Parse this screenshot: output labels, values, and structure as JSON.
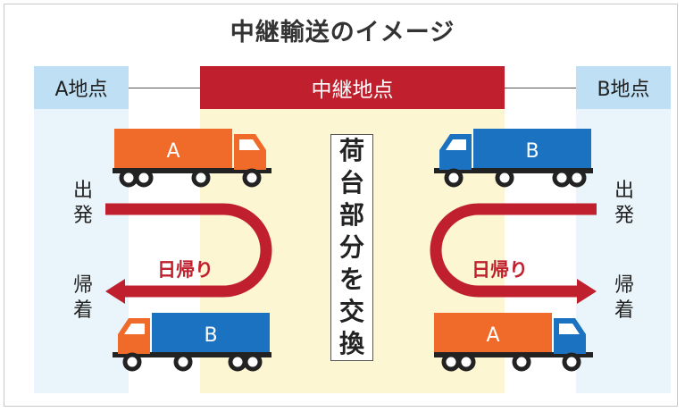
{
  "title": "中継輸送のイメージ",
  "points": {
    "a": "A地点",
    "relay": "中継地点",
    "b": "B地点"
  },
  "side_labels": {
    "depart_left": [
      "出",
      "発"
    ],
    "arrive_left": [
      "帰",
      "着"
    ],
    "depart_right": [
      "出",
      "発"
    ],
    "arrive_right": [
      "帰",
      "着"
    ]
  },
  "cargo_swap": [
    "荷",
    "台",
    "部",
    "分",
    "を",
    "交",
    "換"
  ],
  "return_label_left": "日帰り",
  "return_label_right": "日帰り",
  "trucks": {
    "top_left_cargo": "A",
    "top_right_cargo": "B",
    "bottom_left_cargo": "B",
    "bottom_right_cargo": "A"
  },
  "colors": {
    "relay_red": "#c0202e",
    "cab_orange": "#f06a2a",
    "cab_blue": "#1a72c0",
    "cargo_orange": "#f06a2a",
    "cargo_blue": "#1a72c0",
    "zone_blue": "#bfe0f4",
    "zone_blue_light": "#eaf4fb",
    "zone_yellow": "#fdf6d2",
    "arrow_red": "#c0202e"
  }
}
